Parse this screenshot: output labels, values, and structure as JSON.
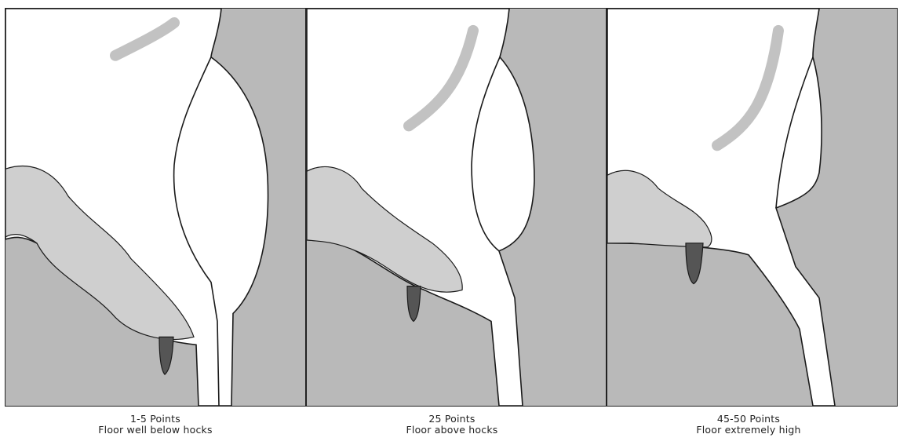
{
  "panels": [
    {
      "score": "1-5 Points",
      "description": "Floor well below hocks",
      "udder_floor": "well below hocks"
    },
    {
      "score": "25 Points",
      "description": "Floor above hocks",
      "udder_floor": "above hocks"
    },
    {
      "score": "45-50 Points",
      "description": "Floor extremely high",
      "udder_floor": "extremely high"
    }
  ],
  "colors": {
    "background": "#b9b9b9",
    "animal": "#ffffff",
    "stipple": "#1e1e1e",
    "outline": "#1a1a1a"
  }
}
